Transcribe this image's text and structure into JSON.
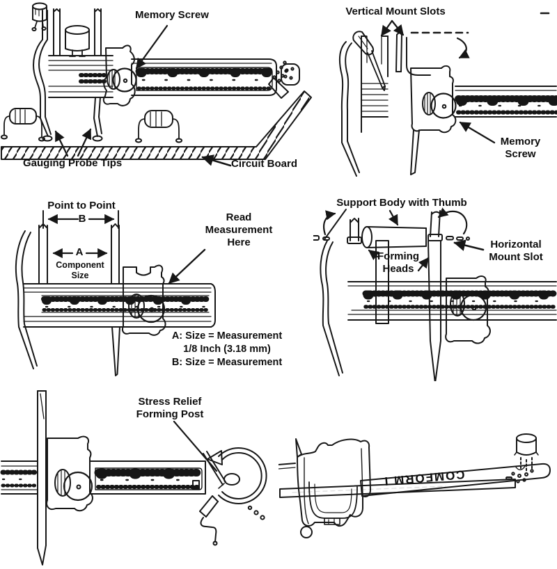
{
  "colors": {
    "ink": "#161616",
    "background": "#ffffff"
  },
  "panels": {
    "top_left": {
      "description": "caliper-gauging-components-on-circuit-board",
      "labels": {
        "memory_screw": "Memory Screw",
        "gauging_probe_tips": "Gauging Probe Tips",
        "circuit_board": "Circuit Board"
      }
    },
    "top_right": {
      "description": "vertical-mounting-of-tool",
      "labels": {
        "vertical_mount_slots": "Vertical Mount Slots",
        "memory_screw": "Memory\nScrew"
      }
    },
    "middle_left": {
      "description": "reading-the-measurement",
      "labels": {
        "point_to_point": "Point to Point",
        "dim_b": "B",
        "dim_a": "A",
        "component_size": "Component\nSize",
        "read_measurement": "Read\nMeasurement\nHere",
        "formulas": "A: Size = Measurement\n1/8 Inch (3.18 mm)\nB: Size = Measurement"
      }
    },
    "middle_right": {
      "description": "horizontal-mounting-and-forming",
      "labels": {
        "support_body_with_thumb": "Support Body with Thumb",
        "forming_heads": "Forming\nHeads",
        "horizontal_mount_slot": "Horizontal\nMount Slot"
      }
    },
    "bottom_left": {
      "description": "stress-relief-forming",
      "labels": {
        "stress_relief_forming_post": "Stress Relief\nForming Post"
      }
    },
    "bottom_right": {
      "description": "comform-tool-side-view",
      "labels": {
        "brand": "COMFORM I"
      }
    }
  }
}
